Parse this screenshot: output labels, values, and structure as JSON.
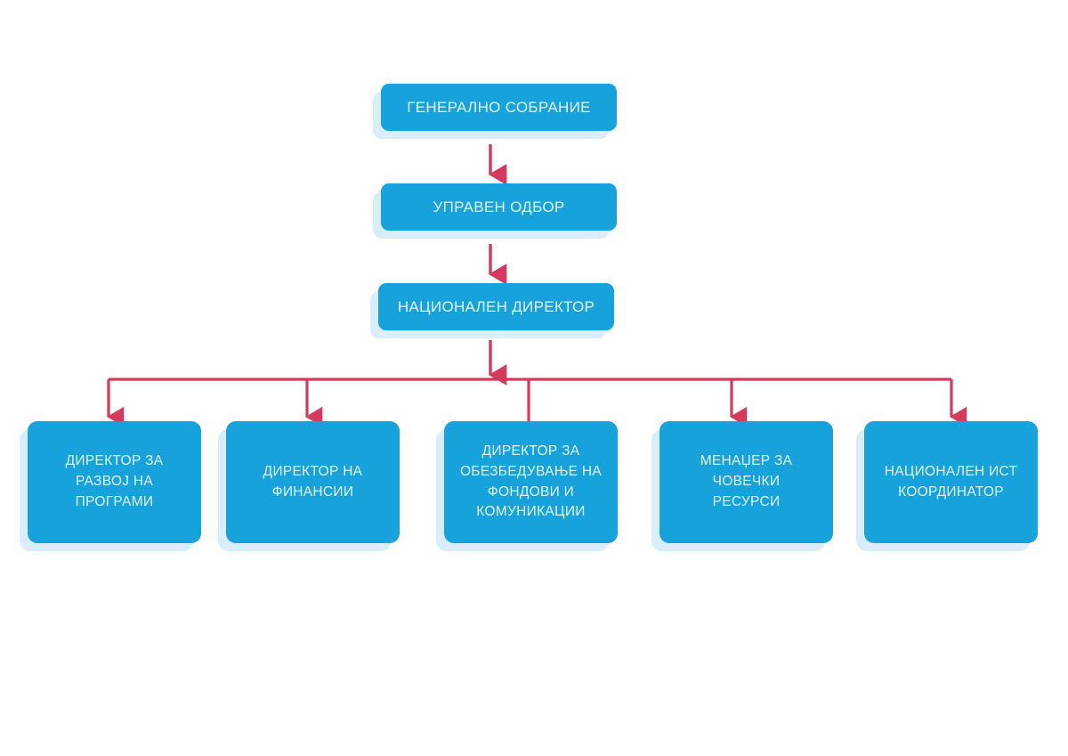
{
  "diagram": {
    "type": "organizational-chart",
    "title_text": "",
    "background_color": "#ffffff",
    "node_fill_color": "#17a2dc",
    "node_shadow_color": "#d9eefa",
    "node_text_color": "#dff4fc",
    "connector_color": "#d4395e",
    "nodes": [
      {
        "id": "general-assembly",
        "label": "ГЕНЕРАЛНО СОБРАНИЕ",
        "level": 1
      },
      {
        "id": "managing-board",
        "label": "УПРАВЕН ОДБОР",
        "level": 2
      },
      {
        "id": "national-director",
        "label": "НАЦИОНАЛЕН ДИРЕКТОР",
        "level": 3
      },
      {
        "id": "program-development",
        "label": "ДИРЕКТОР ЗА\nРАЗВОЈ НА\nПРОГРАМИ",
        "level": 4
      },
      {
        "id": "finance-director",
        "label": "ДИРЕКТОР НА\nФИНАНСИИ",
        "level": 4
      },
      {
        "id": "funds-communications",
        "label": "ДИРЕКТОР ЗА\nОБЕЗБЕДУВАЊЕ НА\nФОНДОВИ И\nКОМУНИКАЦИИ",
        "level": 4
      },
      {
        "id": "human-resources",
        "label": "МЕНАЏЕР ЗА\nЧОВЕЧКИ\nРЕСУРСИ",
        "level": 4
      },
      {
        "id": "national-ist-coord",
        "label": "НАЦИОНАЛЕН ИСТ\nКООРДИНАТОР",
        "level": 4
      }
    ],
    "edges": [
      {
        "from": "general-assembly",
        "to": "managing-board"
      },
      {
        "from": "managing-board",
        "to": "national-director"
      },
      {
        "from": "national-director",
        "to": "program-development"
      },
      {
        "from": "national-director",
        "to": "finance-director"
      },
      {
        "from": "national-director",
        "to": "funds-communications"
      },
      {
        "from": "national-director",
        "to": "human-resources"
      },
      {
        "from": "national-director",
        "to": "national-ist-coord"
      }
    ]
  }
}
